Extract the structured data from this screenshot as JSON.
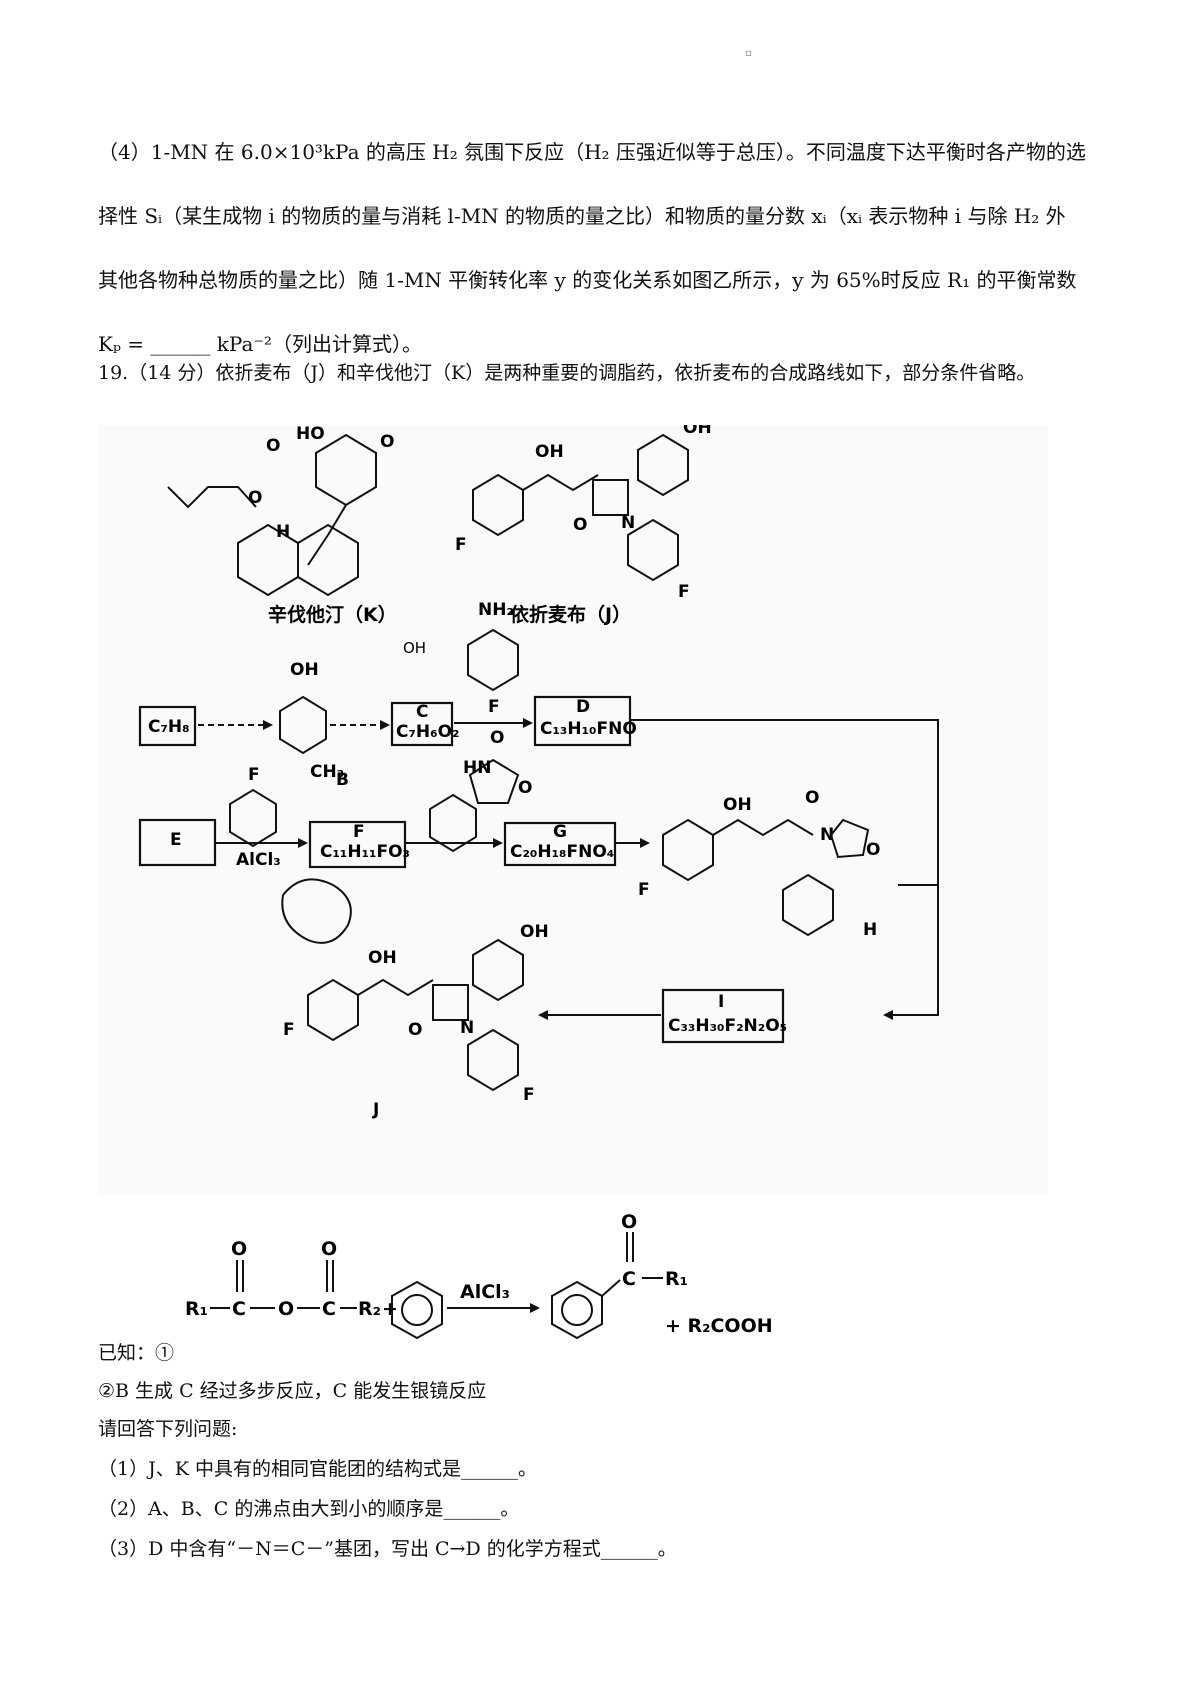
{
  "top_dot": "▫",
  "q4": {
    "line1": "（4）1-MN 在 6.0×10³kPa 的高压 H₂ 氛围下反应（H₂ 压强近似等于总压）。不同温度下达平衡时各产物的选",
    "line2": "择性 Sᵢ（某生成物 i 的物质的量与消耗 l-MN 的物质的量之比）和物质的量分数 xᵢ（xᵢ 表示物种 i 与除 H₂ 外",
    "line3": "其他各物种总物质的量之比）随 1-MN 平衡转化率 y 的变化关系如图乙所示，y 为 65%时反应 R₁ 的平衡常数",
    "line4": "Kₚ = ______ kPa⁻²（列出计算式）。"
  },
  "q19": {
    "intro": "19.（14 分）依折麦布（J）和辛伐他汀（K）是两种重要的调脂药，依折麦布的合成路线如下，部分条件省略。",
    "scheme": {
      "caption_k": "辛伐他汀（K）",
      "caption_j": "依折麦布（J）",
      "box_a": "C₇H₈",
      "box_c_label": "C",
      "box_c_formula": "C₇H₆O₂",
      "box_d_label": "D",
      "box_d_formula": "C₁₃H₁₀FNO",
      "box_e_label": "E",
      "box_f_label": "F",
      "box_f_formula": "C₁₁H₁₁FO₃",
      "box_g_label": "G",
      "box_g_formula": "C₂₀H₁₈FNO₄",
      "box_i_label": "I",
      "box_i_formula": "C₃₃H₃₀F₂N₂O₅",
      "label_b": "B",
      "label_h": "H",
      "label_j": "J",
      "reagent_alcl3": "AlCl₃",
      "atom_oh": "OH",
      "atom_ho": "HO",
      "atom_f": "F",
      "atom_n": "N",
      "atom_o": "O",
      "atom_nh2": "NH₂",
      "atom_hn": "HN",
      "atom_ch3": "CH₃",
      "atom_h": "H",
      "scribble": "OH"
    },
    "known_eq": {
      "r1": "R₁",
      "c": "C",
      "o": "O",
      "r2": "R₂",
      "plus": "+",
      "alcl3": "AlCl₃",
      "r2cooh": "+ R₂COOH"
    },
    "known_label": "已知：①",
    "known2": "②B 生成 C 经过多步反应，C 能发生银镜反应",
    "ask": "请回答下列问题:",
    "p1": "（1）J、K 中具有的相同官能团的结构式是______。",
    "p2": "（2）A、B、C 的沸点由大到小的顺序是______。",
    "p3": "（3）D 中含有“－N＝C－”基团，写出 C→D 的化学方程式______。"
  }
}
